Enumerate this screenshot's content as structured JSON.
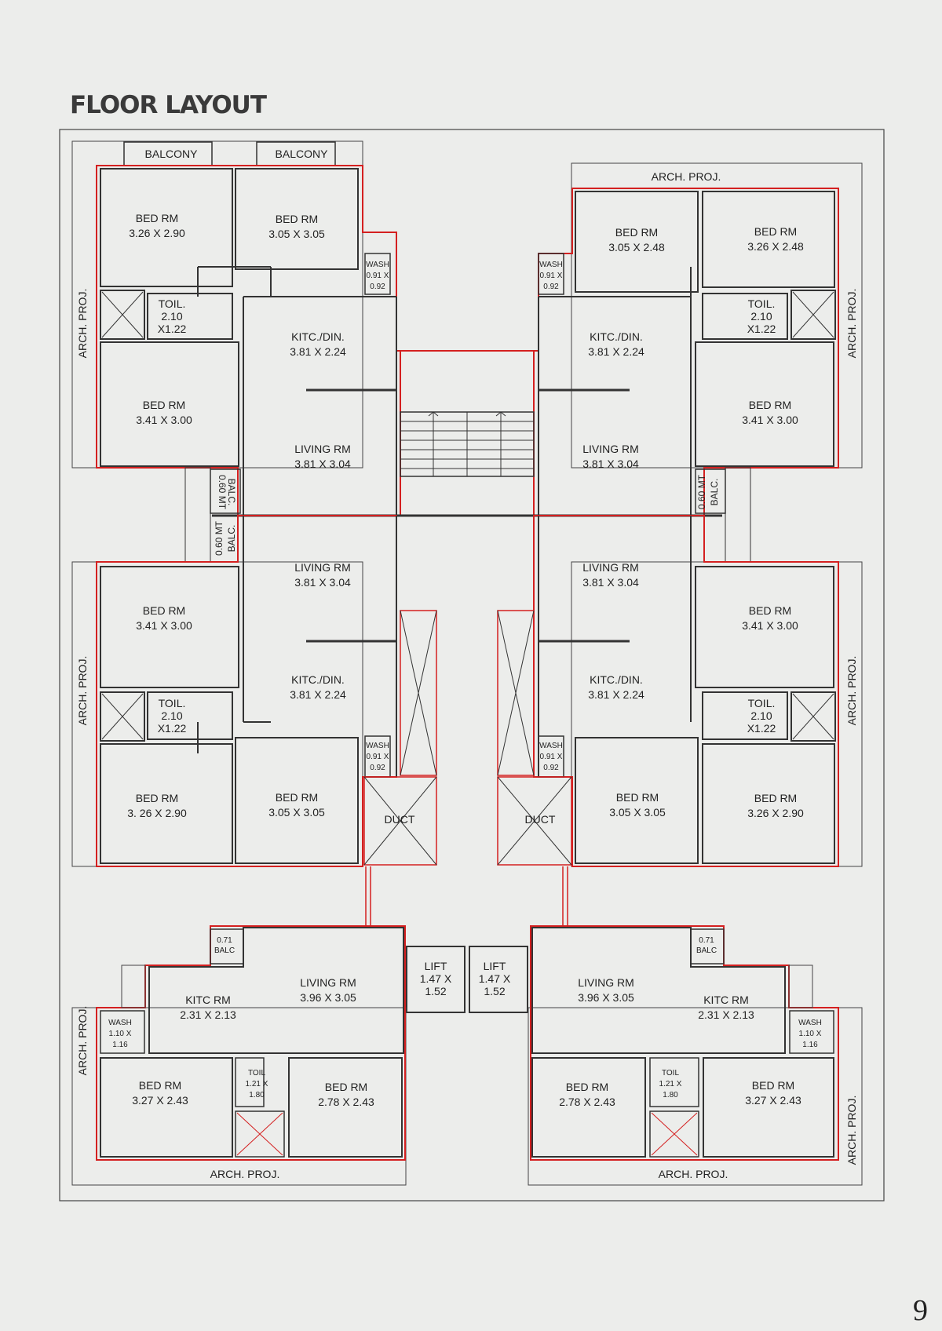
{
  "page": {
    "title": "FLOOR LAYOUT",
    "number": "9"
  },
  "labels": {
    "balcony": "BALCONY",
    "arch_proj": "ARCH. PROJ.",
    "bed_rm": "BED RM",
    "toil": "TOIL.",
    "toil_short": "TOIL",
    "wash": "WASH",
    "kitc_din": "KITC./DIN.",
    "kitc_rm": "KITC RM",
    "living_rm": "LIVING RM",
    "lift": "LIFT",
    "duct": "DUCT",
    "balc": "BALC.",
    "balc_060": "0.60 MT",
    "balc_071": "0.71",
    "balc_short": "BALC"
  },
  "dims": {
    "d_326x290": "3.26 X 2.90",
    "d_326x290_b": "3. 26 X  2.90",
    "d_305x305": "3.05 X 3.05",
    "d_305x248": "3.05 X 2.48",
    "d_326x248": "3.26 X 2.48",
    "d_341x300": "3.41 X 3.00",
    "d_381x224": "3.81 X 2.24",
    "d_381x304": "3.81 X 3.04",
    "toil_a": "2.10",
    "toil_b": "X1.22",
    "wash_a": "0.91 X",
    "wash_b": "0.92",
    "d_231x213": "2.31 X 2.13",
    "d_396x305": "3.96 X 3.05",
    "d_327x243": "3.27 X 2.43",
    "d_278x243": "2.78 X 2.43",
    "lift_a": "1.47 X",
    "lift_b": "1.52",
    "wash2_a": "1.10 X",
    "wash2_b": "1.16",
    "toil2_a": "1.21 X",
    "toil2_b": "1.80"
  },
  "colors": {
    "outline": "#d42020",
    "wall": "#333333",
    "frame": "#444444",
    "background": "#ecedeb"
  }
}
